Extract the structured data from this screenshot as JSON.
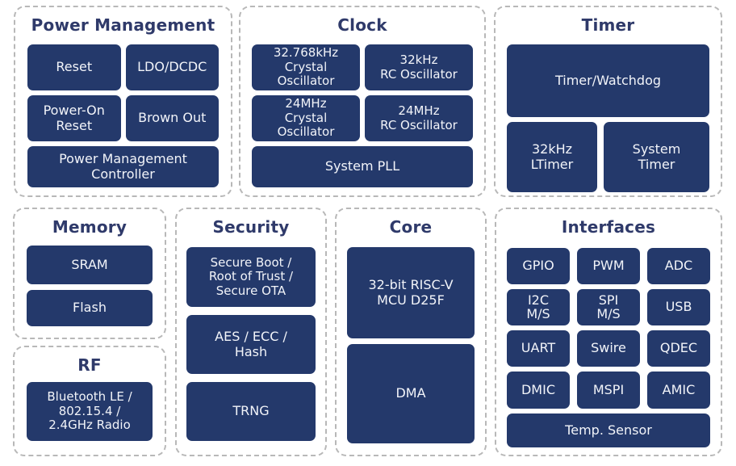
{
  "colors": {
    "background": "#FFFFFF",
    "group_border": "#B8B8B8",
    "group_title_text": "#2F3A6A",
    "block_background": "#24396B",
    "block_text": "#F2F4F9"
  },
  "groups": {
    "power_management": {
      "title": "Power Management",
      "blocks": {
        "reset": "Reset",
        "ldo_dcdc": "LDO/DCDC",
        "power_on_reset": "Power-On\nReset",
        "brown_out": "Brown Out",
        "controller": "Power Management\nController"
      }
    },
    "clock": {
      "title": "Clock",
      "blocks": {
        "xtal_32768khz": "32.768kHz\nCrystal\nOscillator",
        "rc_32khz": "32kHz\nRC Oscillator",
        "xtal_24mhz": "24MHz\nCrystal\nOscillator",
        "rc_24mhz": "24MHz\nRC Oscillator",
        "system_pll": "System PLL"
      }
    },
    "timer": {
      "title": "Timer",
      "blocks": {
        "timer_watchdog": "Timer/Watchdog",
        "ltimer_32khz": "32kHz\nLTimer",
        "system_timer": "System\nTimer"
      }
    },
    "memory": {
      "title": "Memory",
      "blocks": {
        "sram": "SRAM",
        "flash": "Flash"
      }
    },
    "rf": {
      "title": "RF",
      "blocks": {
        "radio": "Bluetooth LE /\n802.15.4 /\n2.4GHz Radio"
      }
    },
    "security": {
      "title": "Security",
      "blocks": {
        "secure_boot": "Secure Boot /\nRoot of Trust /\nSecure OTA",
        "aes_ecc_hash": "AES / ECC /\nHash",
        "trng": "TRNG"
      }
    },
    "core": {
      "title": "Core",
      "blocks": {
        "mcu": "32-bit RISC-V\nMCU D25F",
        "dma": "DMA"
      }
    },
    "interfaces": {
      "title": "Interfaces",
      "blocks": {
        "gpio": "GPIO",
        "pwm": "PWM",
        "adc": "ADC",
        "i2c": "I2C\nM/S",
        "spi": "SPI\nM/S",
        "usb": "USB",
        "uart": "UART",
        "swire": "Swire",
        "qdec": "QDEC",
        "dmic": "DMIC",
        "mspi": "MSPI",
        "amic": "AMIC",
        "temp_sensor": "Temp. Sensor"
      }
    }
  }
}
